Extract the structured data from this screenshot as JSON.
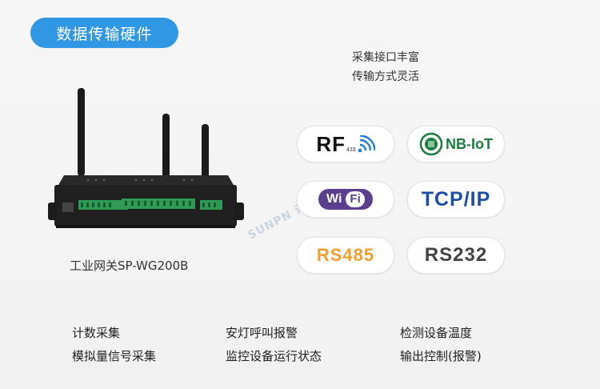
{
  "header": {
    "title": "数据传输硬件"
  },
  "tagline": {
    "line1": "采集接口丰富",
    "line2": "传输方式灵活"
  },
  "device": {
    "label": "工业网关SP-WG200B"
  },
  "watermark": "SUNPN 讯鹏",
  "protocols": {
    "rf": {
      "main": "RF",
      "sub": "433"
    },
    "nbiot": {
      "label": "NB-IoT"
    },
    "wifi": {
      "wi": "Wi",
      "fi": "Fi"
    },
    "tcpip": {
      "label": "TCP/IP"
    },
    "rs485": {
      "label": "RS485"
    },
    "rs232": {
      "label": "RS232"
    }
  },
  "features": {
    "col1": [
      "计数采集",
      "模拟量信号采集"
    ],
    "col2": [
      "安灯呼叫报警",
      "监控设备运行状态"
    ],
    "col3": [
      "检测设备温度",
      "输出控制(报警)"
    ]
  },
  "colors": {
    "accent": "#2f97e4",
    "nb_green": "#1a7d3d",
    "wifi_purple": "#5a3f8e",
    "tcp_blue": "#1c4fa3",
    "rs485_orange": "#f29c2b"
  }
}
